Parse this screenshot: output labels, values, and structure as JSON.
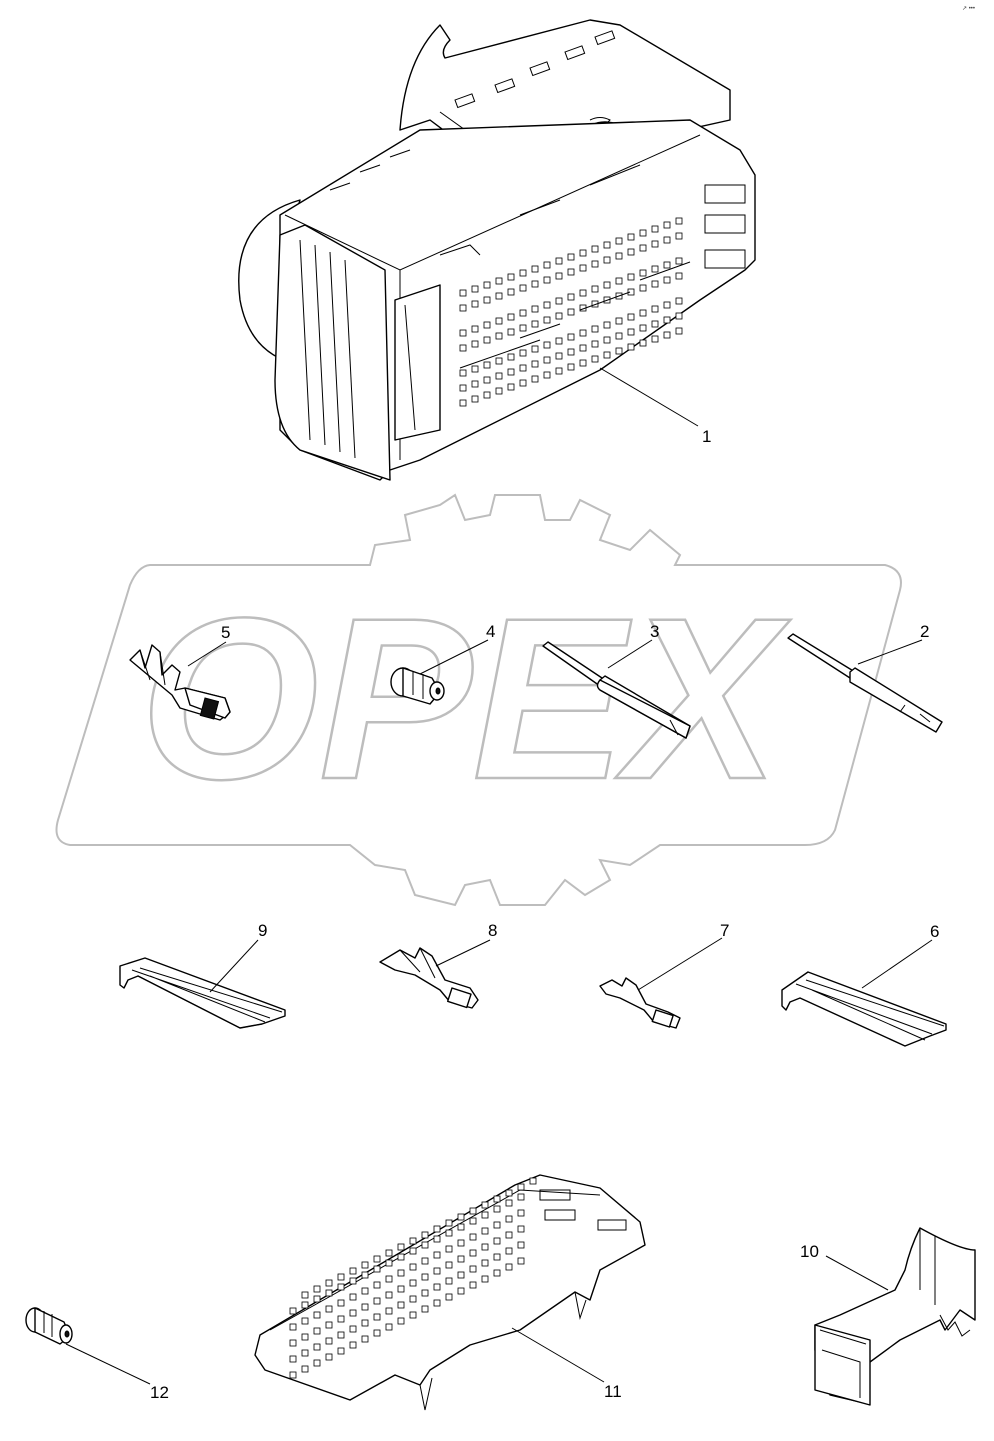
{
  "watermark": {
    "text": "OPEX"
  },
  "corner_mark": "↗ •••",
  "callouts": [
    {
      "id": "1",
      "label": "1"
    },
    {
      "id": "2",
      "label": "2"
    },
    {
      "id": "3",
      "label": "3"
    },
    {
      "id": "4",
      "label": "4"
    },
    {
      "id": "5",
      "label": "5"
    },
    {
      "id": "6",
      "label": "6"
    },
    {
      "id": "7",
      "label": "7"
    },
    {
      "id": "8",
      "label": "8"
    },
    {
      "id": "9",
      "label": "9"
    },
    {
      "id": "10",
      "label": "10"
    },
    {
      "id": "11",
      "label": "11"
    },
    {
      "id": "12",
      "label": "12"
    }
  ]
}
